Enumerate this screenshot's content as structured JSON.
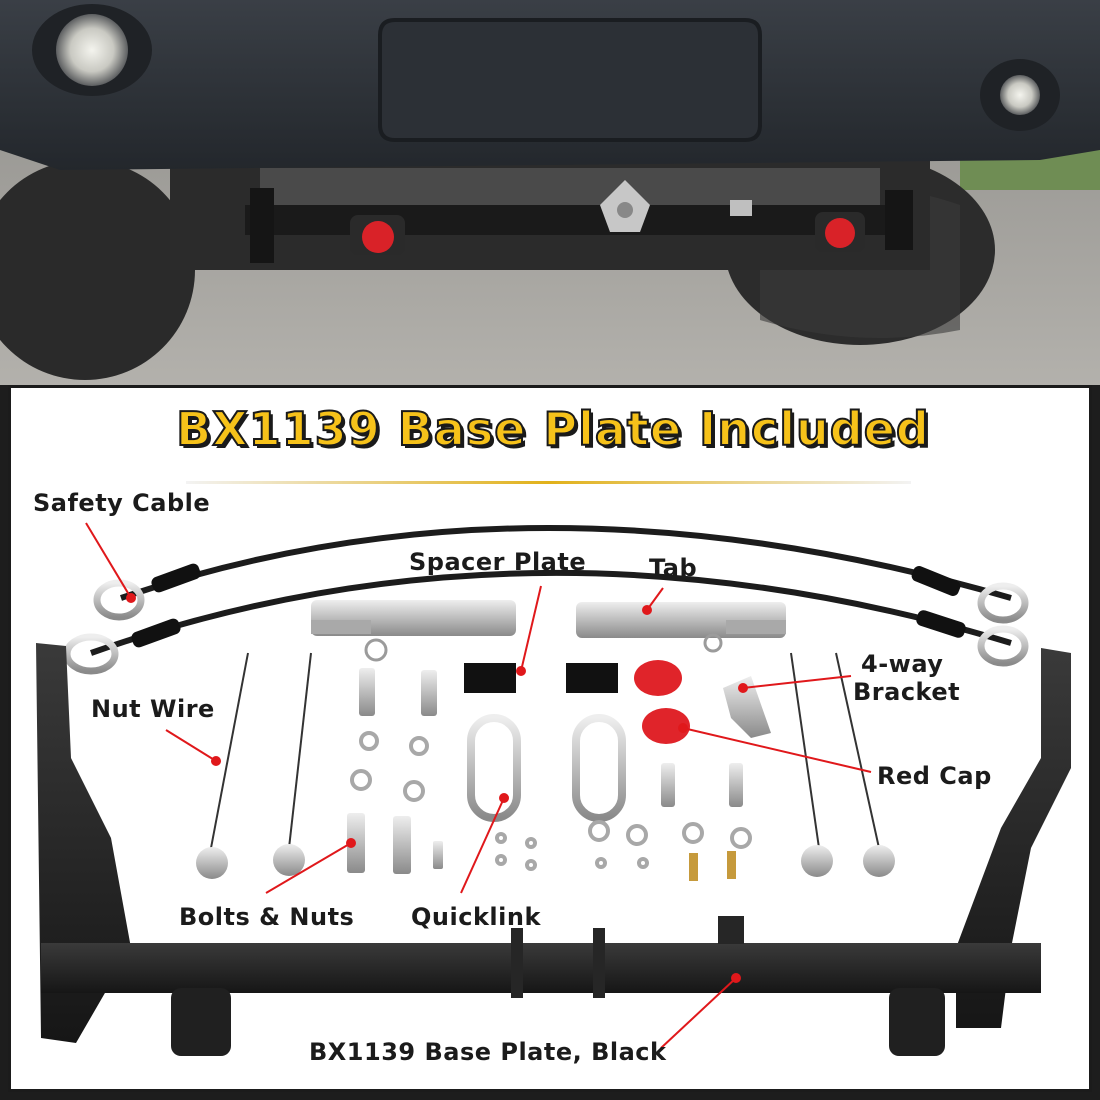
{
  "heading": "BX1139 Base Plate Included",
  "labels": {
    "safety_cable": "Safety Cable",
    "spacer_plate": "Spacer Plate",
    "tab": "Tab",
    "four_way_line1": "4-way",
    "four_way_line2": "Bracket",
    "nut_wire": "Nut Wire",
    "red_cap": "Red Cap",
    "bolts_nuts": "Bolts & Nuts",
    "quicklink": "Quicklink",
    "base_plate": "BX1139 Base Plate, Black"
  },
  "colors": {
    "accent_yellow": "#f6c21a",
    "callout_red": "#e0181b",
    "cap_red": "#e0242a",
    "plate_black": "#1e1e1e"
  }
}
